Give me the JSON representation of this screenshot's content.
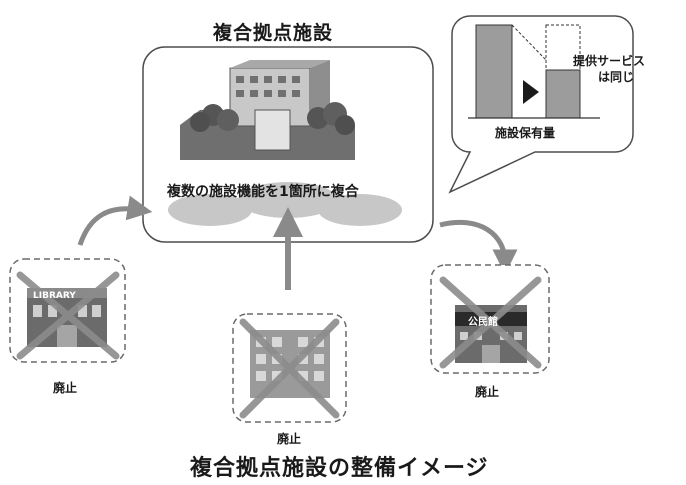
{
  "complex": {
    "title": "複合拠点施設",
    "caption": "複数の施設機能を1箇所に複合"
  },
  "inset": {
    "service_label_line1": "提供サービス",
    "service_label_line2": "は同じ",
    "axis_label": "施設保有量"
  },
  "old_facilities": [
    {
      "sign": "LIBRARY",
      "status": "廃止"
    },
    {
      "sign": "",
      "status": "廃止"
    },
    {
      "sign": "公民館",
      "status": "廃止"
    }
  ],
  "footer": {
    "title": "複合拠点施設の整備イメージ"
  }
}
